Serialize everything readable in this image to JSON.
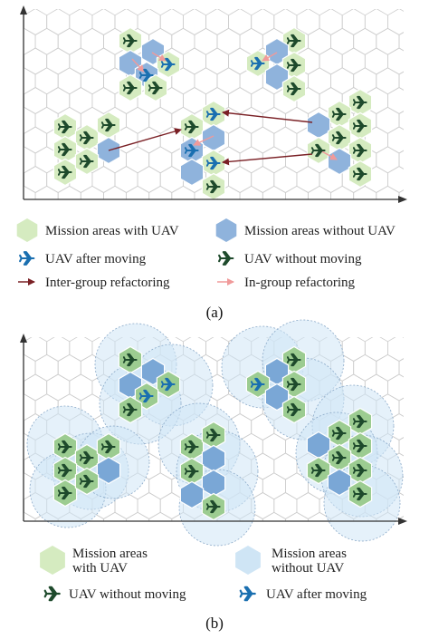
{
  "panel_a": {
    "caption": "(a)",
    "legend": {
      "mission_with_uav": "Mission areas with UAV",
      "mission_without_uav": "Mission areas without UAV",
      "uav_after_moving": "UAV after moving",
      "uav_without_moving": "UAV without moving",
      "inter_group": "Inter-group refactoring",
      "in_group": "In-group refactoring"
    }
  },
  "panel_b": {
    "caption": "(b)",
    "legend": {
      "mission_with_uav_line1": "Mission areas",
      "mission_with_uav_line2": "with UAV",
      "mission_without_uav_line1": "Mission areas",
      "mission_without_uav_line2": "without UAV",
      "uav_without_moving": "UAV without moving",
      "uav_after_moving": "UAV after moving"
    }
  },
  "colors": {
    "hex_green": "#d5ebc0",
    "hex_blue": "#8fb3dc",
    "light_blue": "#cfe5f5",
    "uav_dark": "#1e4a2c",
    "uav_blue": "#1a6fb0",
    "inter_arrow": "#7a2025",
    "in_arrow": "#f09a9a",
    "grid": "#cccccc",
    "axis": "#333333"
  }
}
